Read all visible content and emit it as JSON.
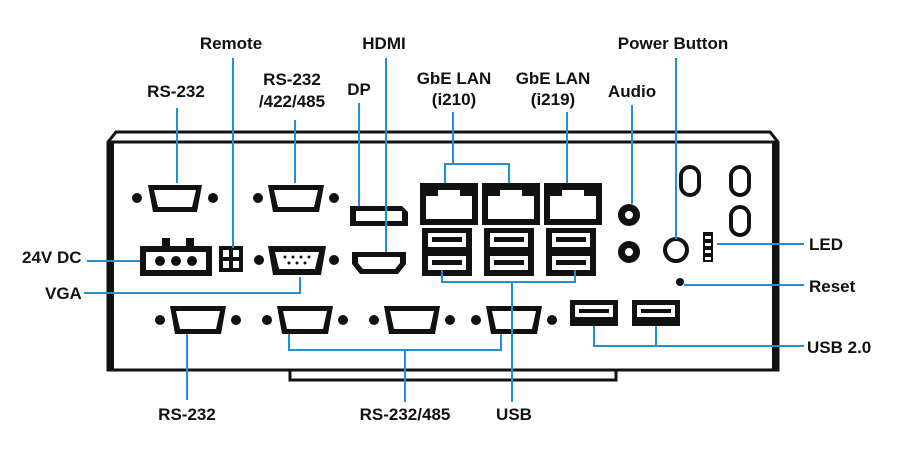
{
  "labels": {
    "remote": "Remote",
    "hdmi": "HDMI",
    "power_button": "Power Button",
    "rs232_top": "RS-232",
    "rs232_422_485_line1": "RS-232",
    "rs232_422_485_line2": "/422/485",
    "dp": "DP",
    "gbe_lan_i210_line1": "GbE LAN",
    "gbe_lan_i210_line2": "(i210)",
    "gbe_lan_i219_line1": "GbE LAN",
    "gbe_lan_i219_line2": "(i219)",
    "audio": "Audio",
    "dc_24v": "24V DC",
    "vga": "VGA",
    "led": "LED",
    "reset": "Reset",
    "usb_2_0": "USB 2.0",
    "rs232_bottom": "RS-232",
    "rs232_485": "RS-232/485",
    "usb": "USB"
  },
  "colors": {
    "leader": "#1f8fd6",
    "body": "#111111",
    "background": "#ffffff"
  }
}
